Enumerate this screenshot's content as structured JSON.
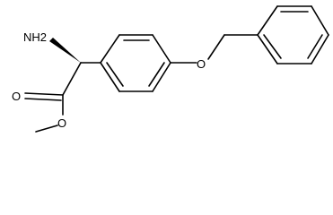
{
  "molecule": {
    "atom_labels": {
      "amine": "NH2",
      "carbonyl_oxygen": "O",
      "ester_oxygen": "O",
      "ether_oxygen": "O"
    },
    "stereo": {
      "chiral_center_wedge": "solid"
    }
  }
}
